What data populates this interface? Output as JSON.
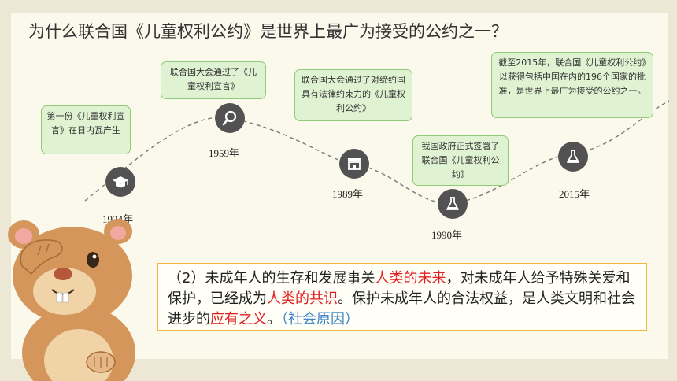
{
  "title": "为什么联合国《儿童权利公约》是世界上最广为接受的公约之一？",
  "timeline": [
    {
      "year": "1924年",
      "icon": "graduation-cap-icon",
      "text": "第一份《儿童权利宣言》在日内瓦产生"
    },
    {
      "year": "1959年",
      "icon": "magnifier-icon",
      "text": "联合国大会通过了《儿童权利宣言》"
    },
    {
      "year": "1989年",
      "icon": "building-icon",
      "text": "联合国大会通过了对缔约国具有法律约束力的《儿童权利公约》"
    },
    {
      "year": "1990年",
      "icon": "flask-icon",
      "text": "我国政府正式签署了联合国《儿童权利公约》"
    },
    {
      "year": "2015年",
      "icon": "flask-icon",
      "text": "截至2015年，联合国《儿童权利公约》以获得包括中国在内的196个国家的批准，是世界上最广为接受的公约之一。"
    }
  ],
  "explanation": {
    "p1": "（2）未成年人的生存和发展事关",
    "hl1": "人类的未来",
    "p2": "，对未成年人给予特殊关爱和保护，已经成为",
    "hl2": "人类的共识",
    "p3": "。保护未成年人的合法权益，是人类文明和社会进步的",
    "hl3": "应有之义",
    "p4": "。",
    "tag": "（社会原因）"
  },
  "colors": {
    "highlight": "#e02020",
    "tag": "#3d87c8",
    "bubble_fill": "#dff2d2",
    "bubble_border": "#8fcb78",
    "node": "#525252",
    "box_border": "#f2b540"
  }
}
